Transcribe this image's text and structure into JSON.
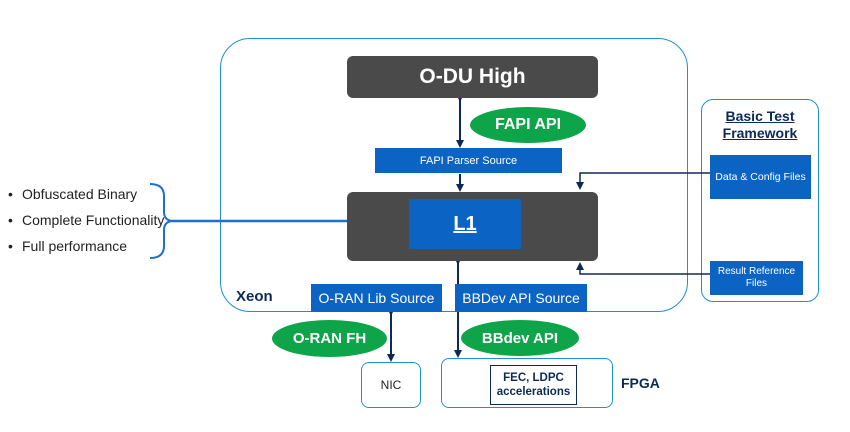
{
  "xeon": {
    "label": "Xeon"
  },
  "odu_high": "O-DU High",
  "fapi_api": "FAPI API",
  "fapi_parser_source": "FAPI Parser Source",
  "l1": "L1",
  "oran_lib_source": "O-RAN Lib Source",
  "bbdev_api_source": "BBDev API Source",
  "oran_fh": "O-RAN FH",
  "bbdev_api": "BBdev API",
  "nic": "NIC",
  "fpga": {
    "label": "FPGA",
    "fec_line1": "FEC, LDPC",
    "fec_line2": "accelerations"
  },
  "basic_test_framework": {
    "title_line1": "Basic Test",
    "title_line2": "Framework",
    "data_config_files": "Data & Config Files",
    "result_ref_line1": "Result Reference",
    "result_ref_line2": "Files"
  },
  "l1_features": [
    "Obfuscated Binary",
    "Complete Functionality",
    "Full performance"
  ],
  "colors": {
    "outline_blue": "#1f8fd1",
    "box_blue": "#0b64c4",
    "dark_gray": "#4a4a4a",
    "green": "#0ea54a",
    "navy": "#0b2a55"
  }
}
